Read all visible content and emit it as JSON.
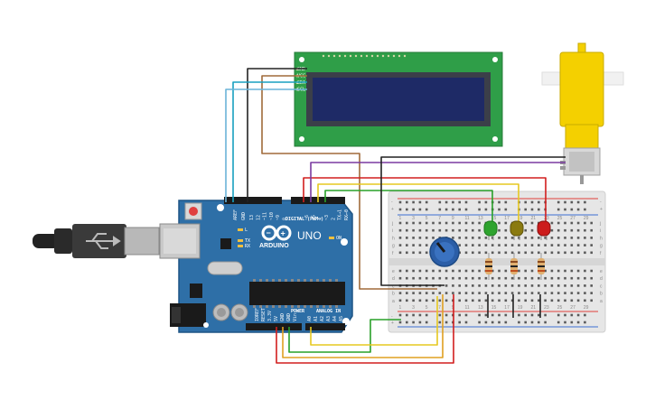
{
  "arduino": {
    "logo": "ARDUINO",
    "model": "UNO",
    "digital_label": "DIGITAL (PWM~)",
    "power_label": "POWER",
    "analog_label": "ANALOG IN",
    "tx_label": "TX",
    "rx_label": "RX",
    "l_label": "L",
    "on_label": "ON",
    "aref_label": "AREF",
    "gnd_label": "GND",
    "digital_pins": [
      "13",
      "12",
      "~11",
      "~10",
      "~9",
      "8",
      "7",
      "~6",
      "~5",
      "4",
      "~3",
      "2",
      "TX→1",
      "RX←0"
    ],
    "power_pins": [
      "IOREF",
      "RESET",
      "3.3V",
      "5V",
      "GND",
      "GND",
      "Vin"
    ],
    "analog_pins": [
      "A0",
      "A1",
      "A2",
      "A3",
      "A4",
      "A5"
    ]
  },
  "lcd": {
    "pins": [
      "GND",
      "VCC",
      "SDA",
      "SCL"
    ]
  },
  "breadboard": {
    "row_letters_top": [
      "j",
      "i",
      "h",
      "g",
      "f"
    ],
    "row_letters_bottom": [
      "e",
      "d",
      "c",
      "b",
      "a"
    ],
    "column_numbers": [
      "1",
      "3",
      "5",
      "7",
      "9",
      "11",
      "13",
      "15",
      "17",
      "19",
      "21",
      "23",
      "25",
      "27",
      "29"
    ],
    "plus_sign": "+",
    "minus_sign": "-"
  },
  "colors": {
    "board": "#2e6fa7",
    "board_edge": "#1f5585",
    "lcd_pcb": "#2f9e48",
    "lcd_screen": "#1e2a66",
    "breadboard": "#e6e6e6",
    "rail_red": "#e0403a",
    "rail_blue": "#3c6fd1",
    "motor": "#f4d000",
    "led_green": "#2ea32e",
    "led_yellow": "#8a7a10",
    "led_red": "#cc1c1c",
    "pot": "#2b5ea7"
  }
}
